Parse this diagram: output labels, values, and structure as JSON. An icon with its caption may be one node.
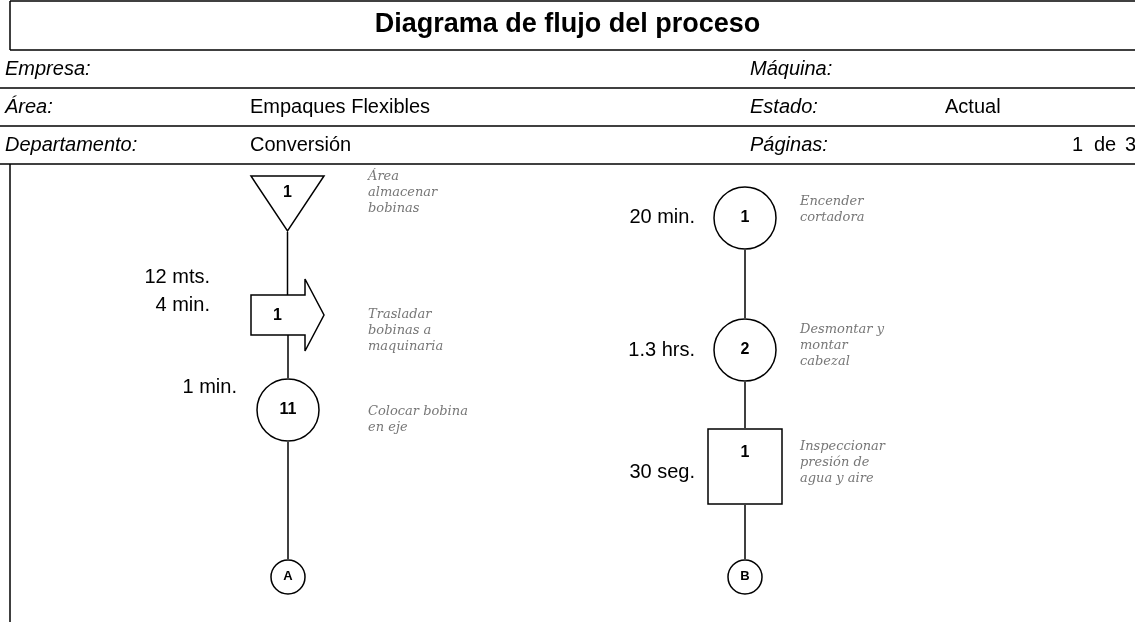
{
  "diagram": {
    "title": "Diagrama de flujo del proceso",
    "nodes": [
      {
        "text": [
          "1"
        ],
        "beside": [
          "Área almacenar bobinas"
        ]
      },
      {
        "text": [
          "1"
        ],
        "beside": [
          "12 mts.",
          "4 min.",
          "Trasladar bobinas a maquinaria"
        ]
      },
      {
        "text": [
          "11"
        ],
        "beside": [
          "1 min.",
          "Colocar bobina en eje"
        ]
      },
      {
        "text": [
          "A"
        ]
      },
      {
        "text": [
          "1"
        ],
        "beside": [
          "20 min.",
          "Encender cortadora"
        ]
      },
      {
        "text": [
          "2"
        ],
        "beside": [
          "1.3 hrs.",
          "Desmontar y montar cabezal"
        ]
      },
      {
        "text": [
          "1"
        ],
        "beside": [
          "30 seg.",
          "Inspeccionar presión de agua y aire"
        ]
      },
      {
        "text": [
          "B"
        ]
      }
    ],
    "edges": [
      {
        "from": 0,
        "to": 1,
        "arrow": "none"
      },
      {
        "from": 1,
        "to": 2,
        "arrow": "none"
      },
      {
        "from": 2,
        "to": 3,
        "arrow": "none"
      },
      {
        "from": 4,
        "to": 5,
        "arrow": "none"
      },
      {
        "from": 5,
        "to": 6,
        "arrow": "none"
      },
      {
        "from": 6,
        "to": 7,
        "arrow": "none"
      }
    ],
    "labels": [
      "Empresa:",
      "Máquina:",
      "Área:",
      "Empaques Flexibles",
      "Estado:",
      "Actual",
      "Departamento:",
      "Conversión",
      "Páginas:",
      "1",
      "de",
      "3"
    ]
  }
}
